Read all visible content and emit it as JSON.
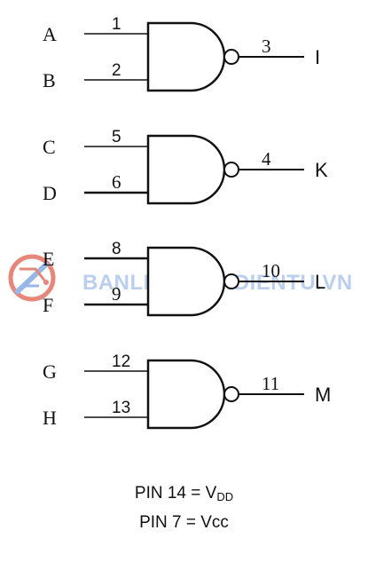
{
  "gates": [
    {
      "inputs": [
        {
          "label": "A",
          "pin": "1"
        },
        {
          "label": "B",
          "pin": "2"
        }
      ],
      "output": {
        "pin": "3",
        "label": "I"
      }
    },
    {
      "inputs": [
        {
          "label": "C",
          "pin": "5"
        },
        {
          "label": "D",
          "pin": "6"
        }
      ],
      "output": {
        "pin": "4",
        "label": "K"
      }
    },
    {
      "inputs": [
        {
          "label": "E",
          "pin": "8"
        },
        {
          "label": "F",
          "pin": "9"
        }
      ],
      "output": {
        "pin": "10",
        "label": "L"
      }
    },
    {
      "inputs": [
        {
          "label": "G",
          "pin": "12"
        },
        {
          "label": "H",
          "pin": "13"
        }
      ],
      "output": {
        "pin": "11",
        "label": "M"
      }
    }
  ],
  "power": {
    "vdd": {
      "prefix": "PIN 14 = V",
      "subscript": "DD"
    },
    "vcc": "PIN 7 = Vcc"
  },
  "watermark": {
    "text": "BANLINHKIENDIENTU.VN",
    "color": "#9ab8e8",
    "logo_colors": [
      "#e06a5a",
      "#7fa6e0"
    ]
  }
}
